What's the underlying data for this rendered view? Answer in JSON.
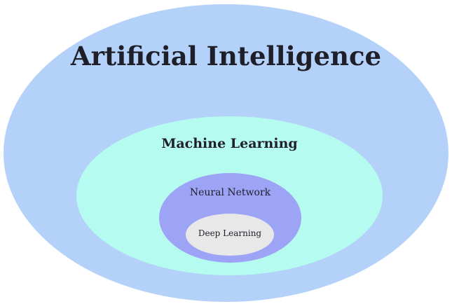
{
  "layers": {
    "ai": {
      "label": "Artificial Intelligence",
      "color": "#b4d2f9"
    },
    "ml": {
      "label": "Machine Learning",
      "color": "#b6fbef"
    },
    "nn": {
      "label": "Neural Network",
      "color": "#9ea4f5"
    },
    "dl": {
      "label": "Deep Learning",
      "color": "#e8e8e8"
    }
  }
}
